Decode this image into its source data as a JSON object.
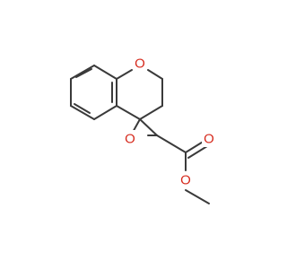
{
  "molecule": {
    "atoms": {
      "ring_oxygen": "O",
      "epoxide_oxygen": "O",
      "carbonyl_oxygen": "O",
      "ester_oxygen": "O"
    }
  },
  "colors": {
    "bond": "#3a3a3a",
    "oxygen": "#d62a1d",
    "background": "#ffffff"
  }
}
